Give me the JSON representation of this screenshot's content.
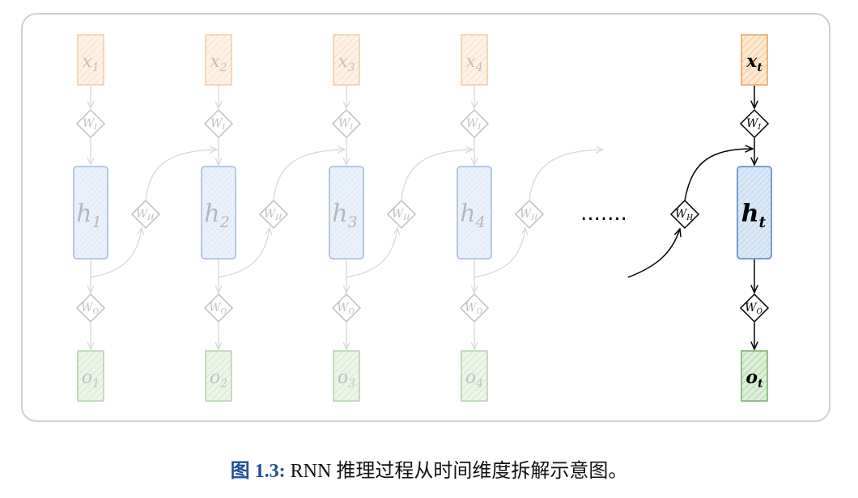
{
  "diagram": {
    "steps": [
      {
        "x": "x",
        "xi": "1",
        "h": "h",
        "hi": "1",
        "o": "o",
        "oi": "1"
      },
      {
        "x": "x",
        "xi": "2",
        "h": "h",
        "hi": "2",
        "o": "o",
        "oi": "2"
      },
      {
        "x": "x",
        "xi": "3",
        "h": "h",
        "hi": "3",
        "o": "o",
        "oi": "3"
      },
      {
        "x": "x",
        "xi": "4",
        "h": "h",
        "hi": "4",
        "o": "o",
        "oi": "4"
      }
    ],
    "final": {
      "x": "x",
      "xi": "t",
      "h": "h",
      "hi": "t",
      "o": "o",
      "oi": "t"
    },
    "weights": {
      "input": {
        "w": "W",
        "s": "I"
      },
      "hidden": {
        "w": "W",
        "s": "H"
      },
      "output": {
        "w": "W",
        "s": "O"
      }
    },
    "ellipsis": "......."
  },
  "colors": {
    "input_fill": "#fbe3c4",
    "input_stroke": "#e3a45c",
    "hidden_fill": "#d4e5f7",
    "hidden_stroke": "#6c93c6",
    "output_fill": "#d6ecd2",
    "output_stroke": "#79ad6c",
    "faded": "#bfbfbf",
    "active": "#000000"
  },
  "caption": {
    "label": "图 1.3:",
    "text": " RNN 推理过程从时间维度拆解示意图。"
  }
}
